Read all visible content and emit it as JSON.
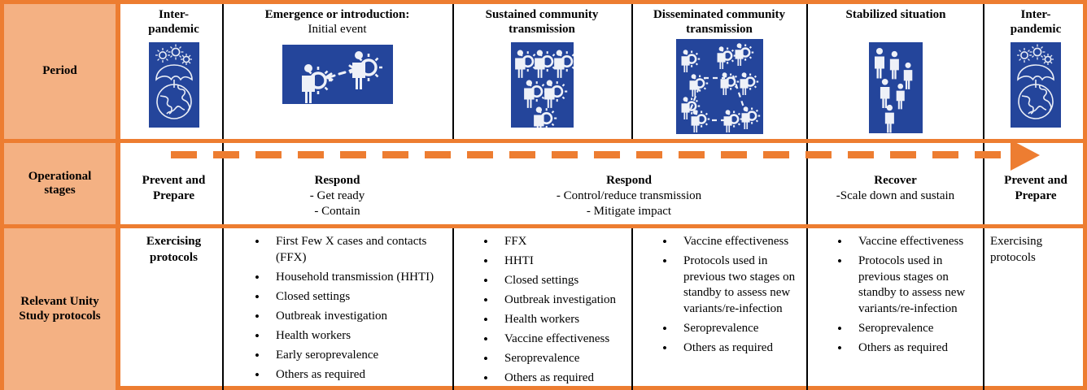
{
  "colors": {
    "accent_orange": "#ED7D31",
    "header_fill": "#F4B183",
    "icon_blue": "#24459B",
    "text": "#000000"
  },
  "rows": {
    "period_label": "Period",
    "operational_label_line1": "Operational",
    "operational_label_line2": "stages",
    "protocols_label_line1": "Relevant Unity",
    "protocols_label_line2": "Study protocols"
  },
  "periods": [
    {
      "title_line1": "Inter-",
      "title_line2": "pandemic",
      "icon": "umbrella-globe-virus-icon"
    },
    {
      "title_line1": "Emergence or introduction:",
      "title_line2": "Initial event",
      "title_line2_regular": true,
      "icon": "two-people-transmission-icon"
    },
    {
      "title_line1": "Sustained community",
      "title_line2": "transmission",
      "icon": "six-infected-people-icon"
    },
    {
      "title_line1": "Disseminated community",
      "title_line2": "transmission",
      "icon": "network-infected-people-icon"
    },
    {
      "title_line1": "Stabilized situation",
      "title_line2": "",
      "icon": "six-healthy-people-icon"
    },
    {
      "title_line1": "Inter-",
      "title_line2": "pandemic",
      "icon": "umbrella-globe-virus-icon"
    }
  ],
  "operational_stages": [
    {
      "heading": "Prevent and",
      "heading2": "Prepare",
      "bullets": []
    },
    {
      "heading": "Respond",
      "bullets": [
        "- Get ready",
        "- Contain"
      ]
    },
    {
      "heading": "Respond",
      "bullets": [
        "-    Control/reduce transmission",
        "-     Mitigate impact"
      ]
    },
    {
      "heading": "Recover",
      "bullets": [
        "-Scale down and sustain"
      ]
    },
    {
      "heading": "Prevent and",
      "heading2": "Prepare",
      "bullets": []
    }
  ],
  "protocols": {
    "col1": {
      "type": "plain-centered",
      "text_line1": "Exercising",
      "text_line2": "protocols"
    },
    "col2": {
      "type": "bullets",
      "items": [
        "First Few X cases and contacts (FFX)",
        "Household transmission (HHTI)",
        "Closed settings",
        "Outbreak investigation",
        "Health workers",
        "Early seroprevalence",
        "Others as required"
      ]
    },
    "col3": {
      "type": "bullets",
      "items": [
        "FFX",
        "HHTI",
        "Closed settings",
        "Outbreak investigation",
        "Health workers",
        "Vaccine effectiveness",
        "Seroprevalence",
        "Others as required"
      ]
    },
    "col4": {
      "type": "bullets",
      "items": [
        "Vaccine effectiveness",
        "Protocols used in previous two stages on standby to assess new variants/re-infection",
        "Seroprevalence",
        "Others as required"
      ]
    },
    "col5": {
      "type": "bullets",
      "items": [
        "Vaccine effectiveness",
        "Protocols used in previous stages on standby to assess new variants/re-infection",
        "Seroprevalence",
        "Others as required"
      ]
    },
    "col6": {
      "type": "plain-left",
      "text_line1": "Exercising",
      "text_line2": "protocols"
    }
  },
  "timeline_arrow": {
    "name": "dashed-progress-arrow",
    "direction": "right"
  }
}
